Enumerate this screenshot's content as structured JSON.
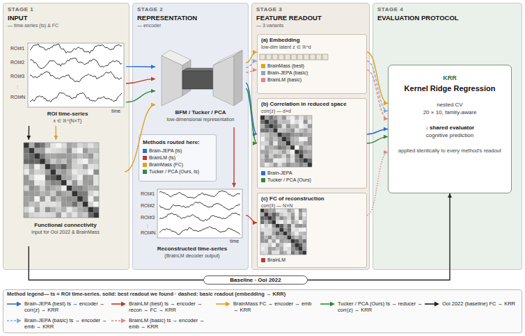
{
  "diagram": {
    "nodes": [
      {
        "text": [
          "STAGE 1",
          "INPUT",
          "— time-series (ts) & FC"
        ]
      },
      {
        "text": [
          "ROI time-series",
          "x ∈ ℝ^{N×T}"
        ],
        "in": 0
      },
      {
        "text": [
          "Functional connectivity",
          "input for Ooi 2022 & BrainMass"
        ],
        "in": 0
      },
      {
        "text": [
          "STAGE 2",
          "REPRESENTATION",
          "— encoder"
        ]
      },
      {
        "text": [
          "BFM / Tucker / PCA",
          "low-dimensional representation"
        ],
        "in": 3
      },
      {
        "text": [
          "Methods routed here:",
          "Brain-JEPA (ts)",
          "BrainLM (ts)",
          "BrainMass (FC)",
          "Tucker / PCA (Ours, ts)"
        ],
        "in": 3
      },
      {
        "text": [
          "Reconstructed time-series",
          "(BrainLM decoder output)"
        ],
        "in": 3
      },
      {
        "text": [
          "STAGE 3",
          "FEATURE READOUT",
          "— 3 variants"
        ]
      },
      {
        "text": [
          "(a) Embedding",
          "low-dim latent z ∈ ℝ^d",
          "BrainMass (best)",
          "Brain-JEPA (basic)",
          "BrainLM (basic)"
        ],
        "in": 7
      },
      {
        "text": [
          "(b) Correlation in reduced space",
          "corr(z) — d×d",
          "Brain-JEPA",
          "Tucker / PCA (Ours)"
        ],
        "in": 7
      },
      {
        "text": [
          "(c) FC of reconstruction",
          "corr(x̂) — N×N",
          "BrainLM"
        ],
        "in": 7
      },
      {
        "text": [
          "STAGE 4",
          "EVALUATION PROTOCOL"
        ]
      },
      {
        "text": [
          "KRR",
          "Kernel Ridge Regression",
          "nested CV",
          "20 × 10, family-aware",
          "↓ shared evaluator",
          "cognitive prediction",
          "applied identically to every method's readout"
        ],
        "in": 11
      },
      {
        "text": [
          "Baseline · Ooi 2022"
        ]
      }
    ],
    "edges": [
      {
        "from": 1,
        "to": 4,
        "arrow": "to"
      },
      {
        "from": 1,
        "to": 4,
        "arrow": "to"
      },
      {
        "from": 1,
        "to": 4,
        "arrow": "to"
      },
      {
        "from": 1,
        "to": 2,
        "arrow": "to"
      },
      {
        "from": 1,
        "to": 2,
        "arrow": "to"
      },
      {
        "from": 2,
        "to": 4,
        "arrow": "to"
      },
      {
        "from": 4,
        "to": 8,
        "arrow": "to"
      },
      {
        "from": 4,
        "to": 8,
        "arrow": "to"
      },
      {
        "from": 4,
        "to": 8,
        "arrow": "to"
      },
      {
        "from": 4,
        "to": 9,
        "arrow": "to"
      },
      {
        "from": 4,
        "to": 9,
        "arrow": "to"
      },
      {
        "from": 4,
        "to": 6,
        "arrow": "to"
      },
      {
        "from": 6,
        "to": 10,
        "arrow": "to"
      },
      {
        "from": 8,
        "to": 12,
        "arrow": "to"
      },
      {
        "from": 8,
        "to": 12,
        "arrow": "to"
      },
      {
        "from": 8,
        "to": 12,
        "arrow": "to"
      },
      {
        "from": 9,
        "to": 12,
        "arrow": "to"
      },
      {
        "from": 9,
        "to": 12,
        "arrow": "to"
      },
      {
        "from": 10,
        "to": 12,
        "arrow": "to"
      },
      {
        "from": 2,
        "to": 13,
        "arrow": "none"
      },
      {
        "from": 13,
        "to": 12,
        "arrow": "to"
      }
    ],
    "labels": [
      "ROI#1",
      "ROI#2",
      "ROI#3",
      ":",
      "ROI#N",
      "time",
      "ROI#1",
      "ROI#2",
      "ROI#3",
      ":",
      "ROI#N",
      "time",
      "Method legend— ts = ROI time-series. solid: best readout we found · dashed: basic readout (embedding → KRR)"
    ],
    "legend": [
      {
        "text": "Brain-JEPA (best) ts → encoder → corr(z) → KRR"
      },
      {
        "text": "BrainLM (best) ts → encoder → recon → FC → KRR"
      },
      {
        "text": "BrainMass FC → encoder → emb → KRR"
      },
      {
        "text": "Tucker / PCA (Ours) ts → reducer → corr(z) → KRR"
      },
      {
        "text": "Ooi 2022 (baseline) FC → KRR"
      },
      {
        "text": "Brain-JEPA (basic) ts → encoder → emb → KRR"
      },
      {
        "text": "BrainLM (basic) ts → encoder → emb → KRR"
      }
    ]
  }
}
